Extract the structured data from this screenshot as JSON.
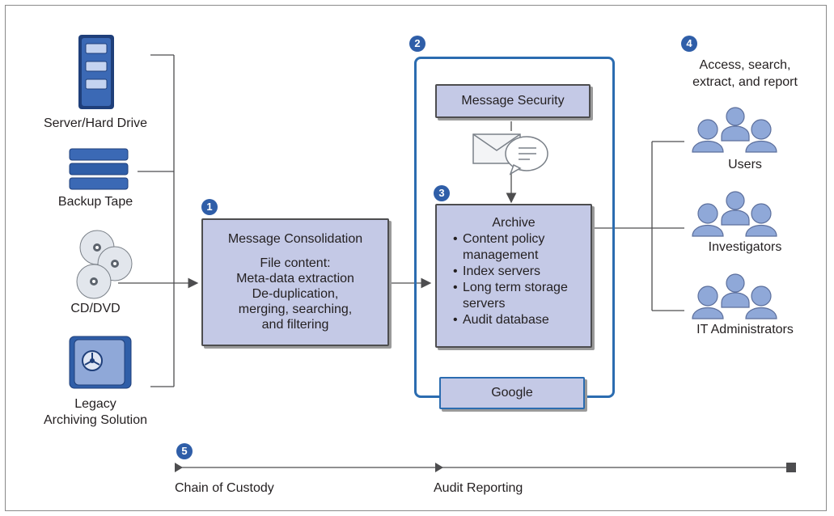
{
  "sources": [
    {
      "label": "Server/Hard Drive",
      "icon": "server-icon"
    },
    {
      "label": "Backup Tape",
      "icon": "tape-icon"
    },
    {
      "label": "CD/DVD",
      "icon": "cd-icon"
    },
    {
      "label": "Legacy\nArchiving Solution",
      "icon": "vault-icon"
    }
  ],
  "steps": {
    "s1": "1",
    "s2": "2",
    "s3": "3",
    "s4": "4",
    "s5": "5"
  },
  "consolidation": {
    "title": "Message Consolidation",
    "body": "File content:\nMeta-data extraction\nDe-duplication,\nmerging, searching,\nand filtering"
  },
  "security": {
    "label": "Message Security"
  },
  "archive": {
    "title": "Archive",
    "items": [
      "Content policy management",
      "Index servers",
      "Long term storage servers",
      "Audit database"
    ]
  },
  "google": {
    "label": "Google"
  },
  "access": {
    "label": "Access, search,\nextract, and report"
  },
  "roles": [
    {
      "label": "Users",
      "icon": "people-icon"
    },
    {
      "label": "Investigators",
      "icon": "people-icon"
    },
    {
      "label": "IT Administrators",
      "icon": "people-icon"
    }
  ],
  "timeline": {
    "start": "Chain of Custody",
    "middle": "Audit Reporting"
  },
  "colors": {
    "box_fill": "#c4c9e6",
    "accent_blue": "#2b6cb0",
    "badge_blue": "#2f5ea8",
    "line": "#4d4d4f"
  }
}
